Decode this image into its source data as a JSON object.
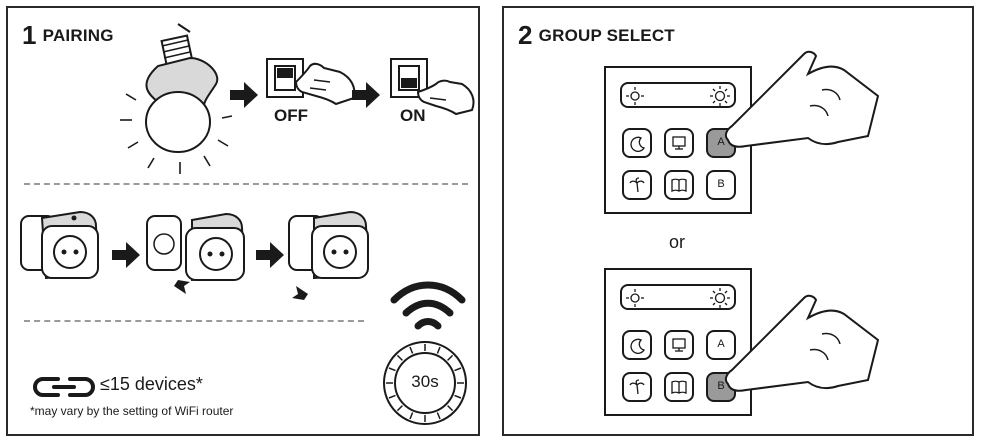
{
  "step1": {
    "number": "1",
    "title": "PAIRING",
    "off_label": "OFF",
    "on_label": "ON",
    "device_count": "≤15 devices*",
    "footnote": "*may vary by the setting of WiFi router",
    "timer": "30s"
  },
  "step2": {
    "number": "2",
    "title": "GROUP SELECT",
    "or_label": "or",
    "key_a": "A",
    "key_b": "B"
  },
  "icons": [
    "bulb-icon",
    "arrow-right-icon",
    "wall-switch-icon",
    "hand-pointer-icon",
    "smart-plug-icon",
    "wifi-icon",
    "timer-dial-icon",
    "link-icon",
    "brightness-low-icon",
    "brightness-high-icon",
    "moon-icon",
    "monitor-icon",
    "palm-tree-icon",
    "book-icon"
  ],
  "colors": {
    "stroke": "#1a1a1a",
    "pressed_key": "#9a9a9a",
    "dash": "#9a9a9a"
  }
}
